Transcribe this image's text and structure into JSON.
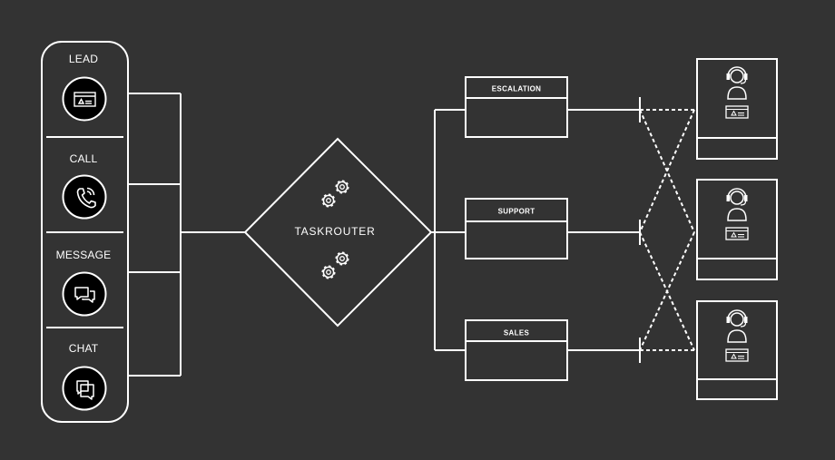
{
  "diagram": {
    "channels": [
      {
        "id": "lead",
        "label": "LEAD",
        "icon": "lead-card-icon"
      },
      {
        "id": "call",
        "label": "CALL",
        "icon": "phone-icon"
      },
      {
        "id": "message",
        "label": "MESSAGE",
        "icon": "message-bubbles-icon"
      },
      {
        "id": "chat",
        "label": "CHAT",
        "icon": "chat-bubbles-icon"
      }
    ],
    "router": {
      "label": "TASKROUTER",
      "icon": "gears-icon"
    },
    "queues": [
      {
        "id": "escalation",
        "label": "ESCALATION"
      },
      {
        "id": "support",
        "label": "SUPPORT"
      },
      {
        "id": "sales",
        "label": "SALES"
      }
    ],
    "agents": [
      {
        "id": "agent-1",
        "icon": "agent-headset-icon"
      },
      {
        "id": "agent-2",
        "icon": "agent-headset-icon"
      },
      {
        "id": "agent-3",
        "icon": "agent-headset-icon"
      }
    ],
    "colors": {
      "background": "#333333",
      "stroke": "#ffffff",
      "icon_fill": "#000000"
    }
  }
}
